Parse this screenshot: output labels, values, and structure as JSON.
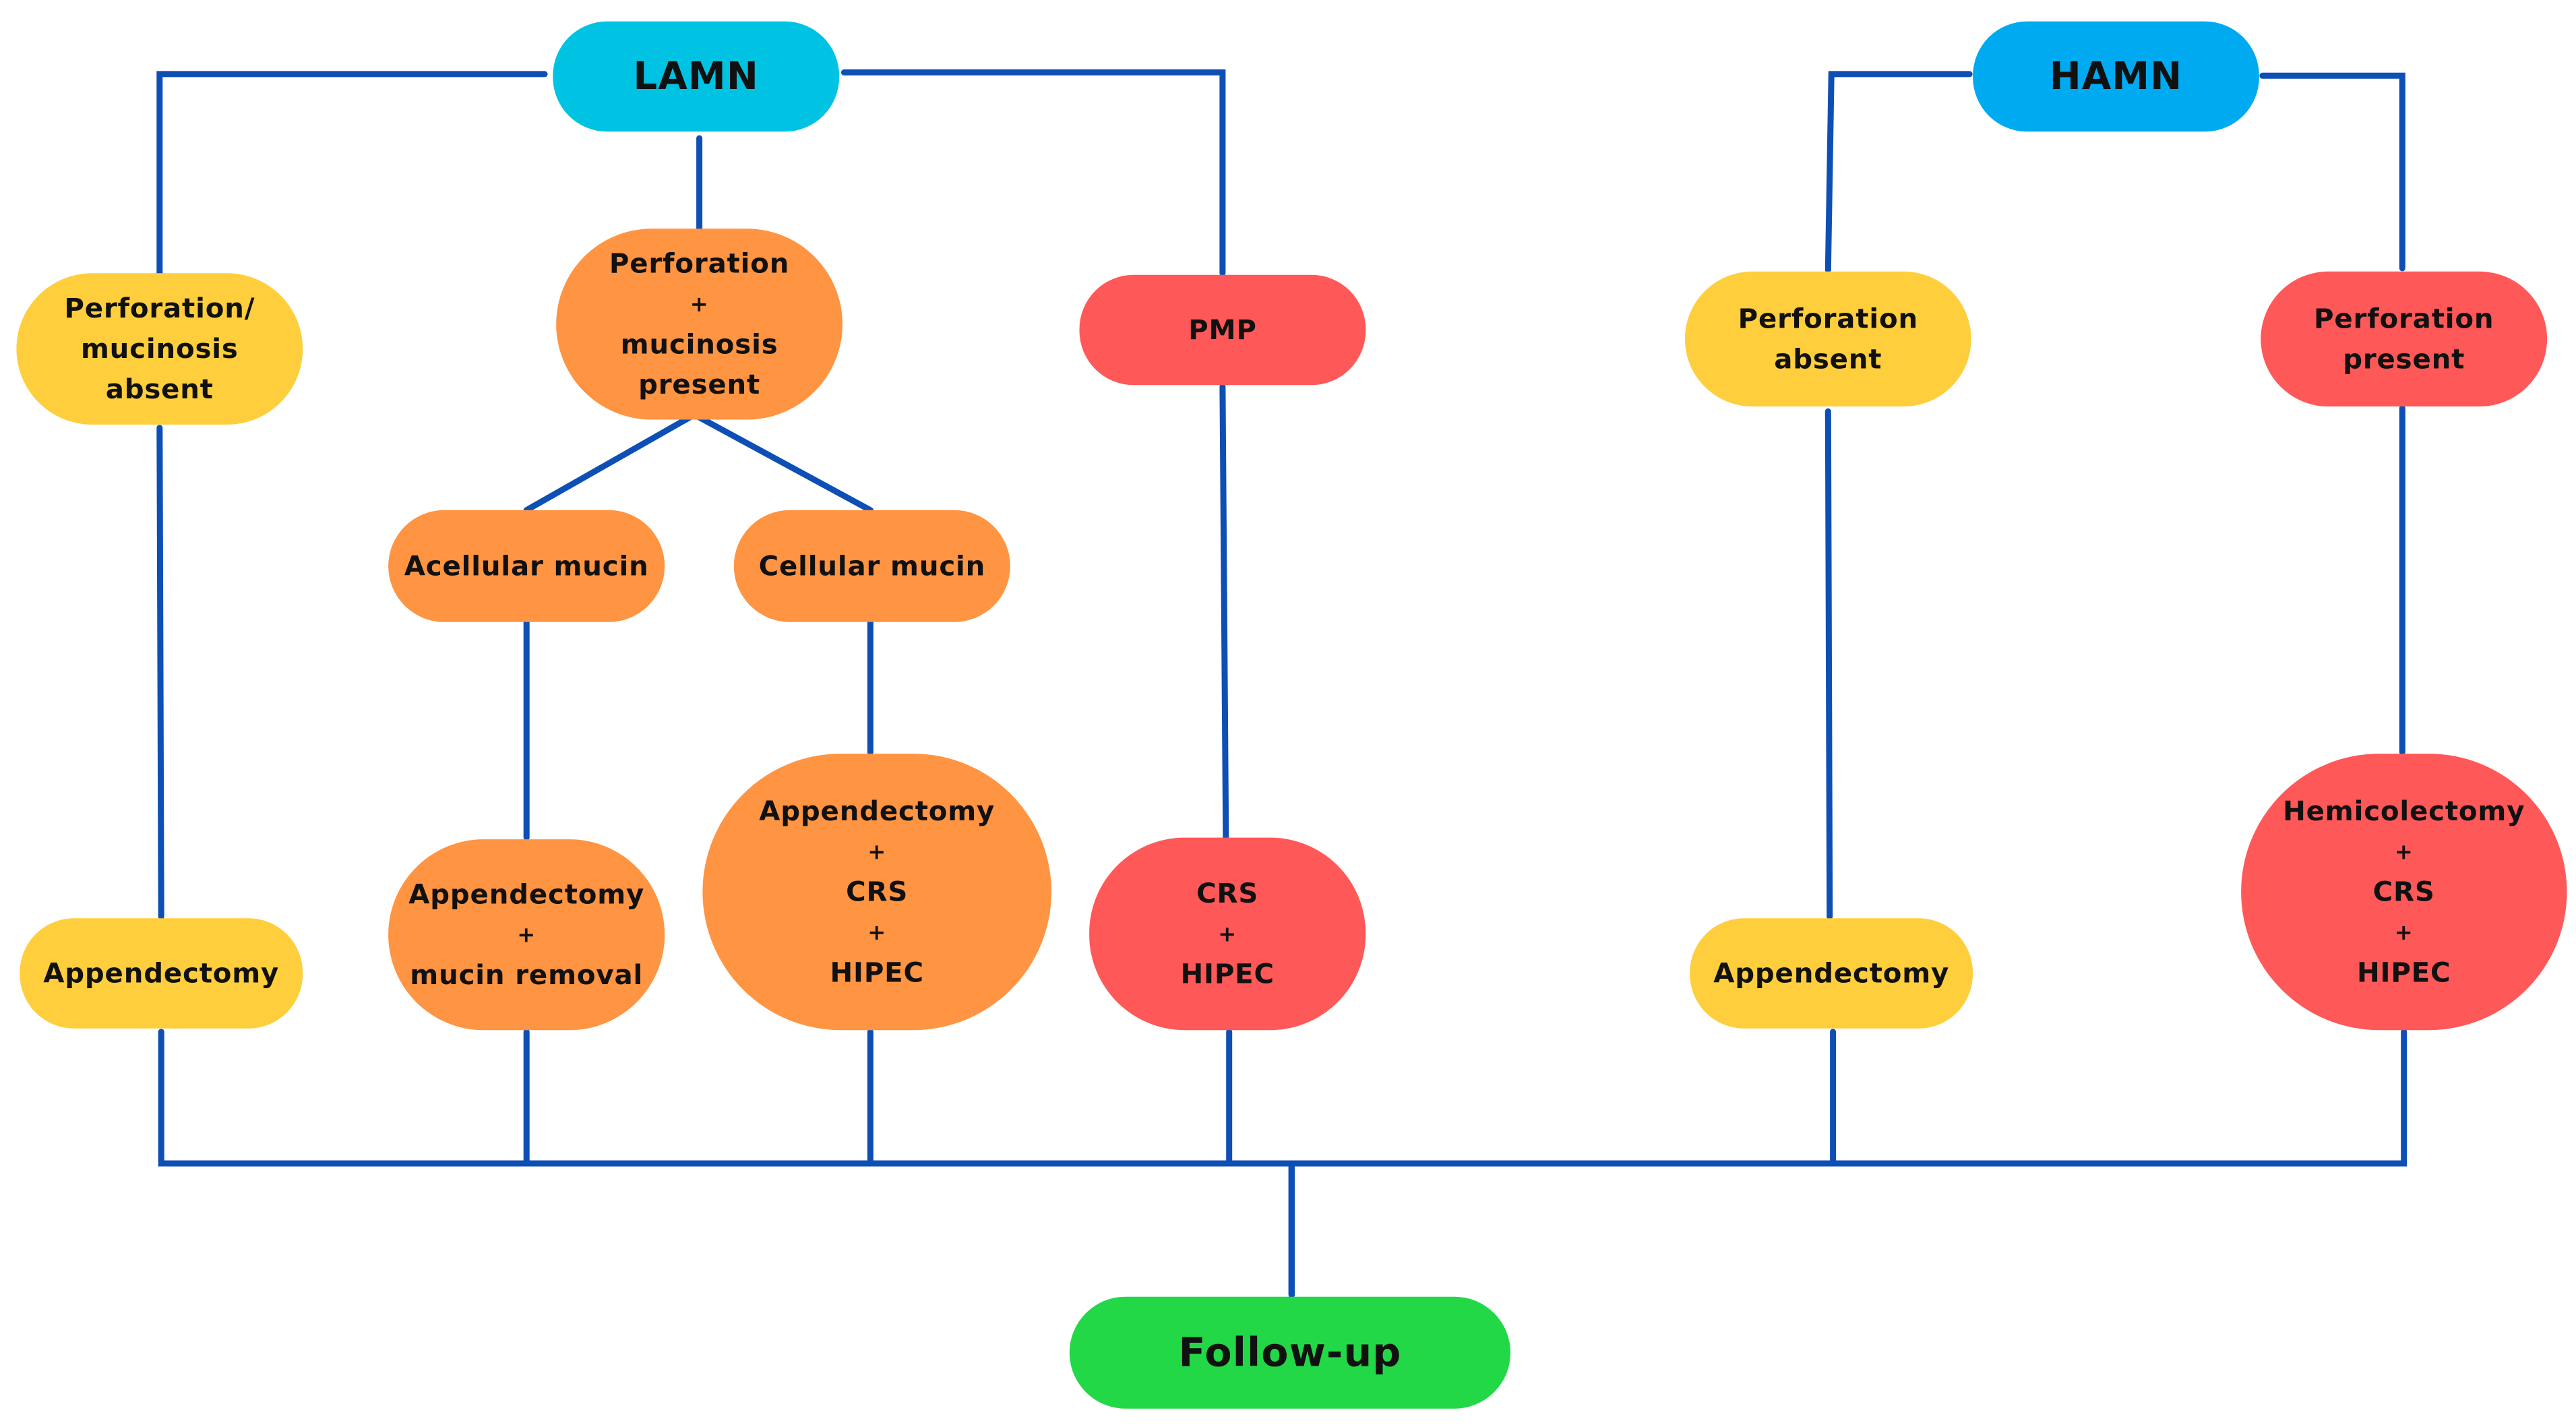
{
  "colors": {
    "lamn": "#00c3e3",
    "hamn": "#00aaf0",
    "yellow": "#ffce3d",
    "orange": "#ff9442",
    "red": "#ff5858",
    "green": "#22d847",
    "connector": "#0d4fb5"
  },
  "nodes": [
    {
      "id": "lamn",
      "lines": [
        "LAMN"
      ],
      "color": "lamn"
    },
    {
      "id": "hamn",
      "lines": [
        "HAMN"
      ],
      "color": "hamn"
    },
    {
      "id": "perforation-mucinosis-absent",
      "lines": [
        "Perforation/",
        "mucinosis",
        "absent"
      ],
      "color": "yellow"
    },
    {
      "id": "perforation-mucinosis-present",
      "lines": [
        "Perforation",
        "+",
        "mucinosis",
        "present"
      ],
      "color": "orange"
    },
    {
      "id": "pmp",
      "lines": [
        "PMP"
      ],
      "color": "red"
    },
    {
      "id": "acellular-mucin",
      "lines": [
        "Acellular mucin"
      ],
      "color": "orange"
    },
    {
      "id": "cellular-mucin",
      "lines": [
        "Cellular mucin"
      ],
      "color": "orange"
    },
    {
      "id": "perforation-absent",
      "lines": [
        "Perforation",
        "absent"
      ],
      "color": "yellow"
    },
    {
      "id": "perforation-present",
      "lines": [
        "Perforation",
        "present"
      ],
      "color": "red"
    },
    {
      "id": "appendectomy-left",
      "lines": [
        "Appendectomy"
      ],
      "color": "yellow"
    },
    {
      "id": "appendectomy-mucin-removal",
      "lines": [
        "Appendectomy",
        "+",
        "mucin removal"
      ],
      "color": "orange"
    },
    {
      "id": "appendectomy-crs-hipec",
      "lines": [
        "Appendectomy",
        "+",
        "CRS",
        "+",
        "HIPEC"
      ],
      "color": "orange"
    },
    {
      "id": "crs-hipec",
      "lines": [
        "CRS",
        "+",
        "HIPEC"
      ],
      "color": "red"
    },
    {
      "id": "appendectomy-right",
      "lines": [
        "Appendectomy"
      ],
      "color": "yellow"
    },
    {
      "id": "hemicolectomy-crs-hipec",
      "lines": [
        "Hemicolectomy",
        "+",
        "CRS",
        "+",
        "HIPEC"
      ],
      "color": "red"
    },
    {
      "id": "follow-up",
      "lines": [
        "Follow-up"
      ],
      "color": "green"
    }
  ],
  "edges": [
    [
      "lamn",
      "perforation-mucinosis-absent"
    ],
    [
      "lamn",
      "perforation-mucinosis-present"
    ],
    [
      "lamn",
      "pmp"
    ],
    [
      "perforation-mucinosis-present",
      "acellular-mucin"
    ],
    [
      "perforation-mucinosis-present",
      "cellular-mucin"
    ],
    [
      "perforation-mucinosis-absent",
      "appendectomy-left"
    ],
    [
      "acellular-mucin",
      "appendectomy-mucin-removal"
    ],
    [
      "cellular-mucin",
      "appendectomy-crs-hipec"
    ],
    [
      "pmp",
      "crs-hipec"
    ],
    [
      "hamn",
      "perforation-absent"
    ],
    [
      "hamn",
      "perforation-present"
    ],
    [
      "perforation-absent",
      "appendectomy-right"
    ],
    [
      "perforation-present",
      "hemicolectomy-crs-hipec"
    ],
    [
      "appendectomy-left",
      "follow-up"
    ],
    [
      "appendectomy-mucin-removal",
      "follow-up"
    ],
    [
      "appendectomy-crs-hipec",
      "follow-up"
    ],
    [
      "crs-hipec",
      "follow-up"
    ],
    [
      "appendectomy-right",
      "follow-up"
    ],
    [
      "hemicolectomy-crs-hipec",
      "follow-up"
    ]
  ]
}
